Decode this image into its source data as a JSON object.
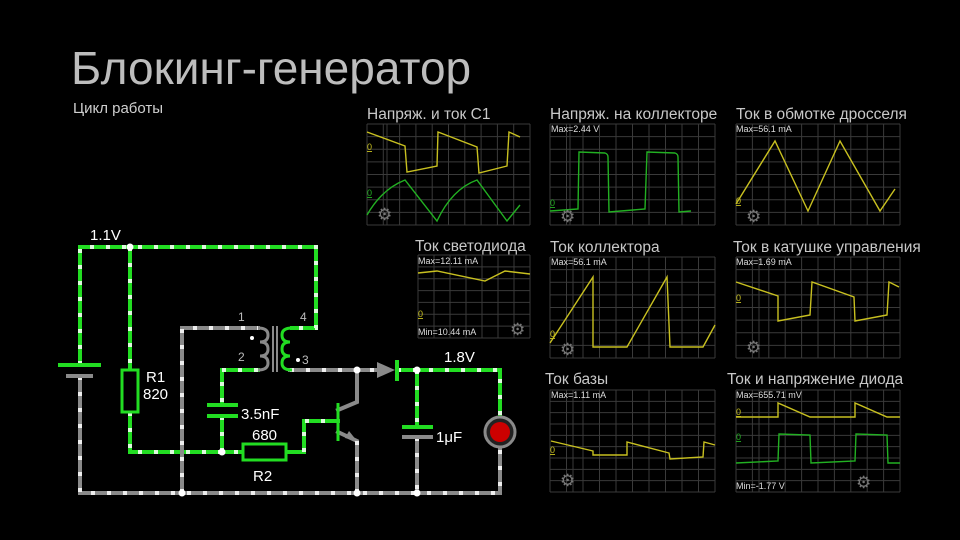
{
  "header": {
    "title": "Блокинг-генератор",
    "subtitle": "Цикл работы"
  },
  "circuit": {
    "supply_voltage": "1.1V",
    "output_voltage": "1.8V",
    "r1": {
      "name": "R1",
      "value": "820"
    },
    "r2": {
      "name": "R2",
      "value": "680"
    },
    "c1_value": "3.5nF",
    "c2_value": "1μF",
    "transformer_pins": [
      "1",
      "2",
      "3",
      "4"
    ],
    "colors": {
      "active_wire": "#22dd22",
      "idle_wire": "#8a8a8a",
      "led": "#cc0000"
    }
  },
  "scopes": [
    {
      "title": "Напряж. и ток C1",
      "zero_labels": [
        "0",
        "0"
      ]
    },
    {
      "title": "Напряж. на коллекторе",
      "max": "Max=2.44 V",
      "zero_labels": [
        "0"
      ]
    },
    {
      "title": "Ток в обмотке дросселя",
      "max": "Max=56.1 mA",
      "zero_labels": [
        "0"
      ]
    },
    {
      "title": "Ток светодиода",
      "max": "Max=12.11 mA",
      "min": "Min=10.44 mA",
      "zero_labels": [
        "0"
      ]
    },
    {
      "title": "Ток коллектора",
      "max": "Max=56.1 mA",
      "zero_labels": [
        "0"
      ]
    },
    {
      "title": "Ток в катушке управления",
      "max": "Max=1.69 mA",
      "zero_labels": [
        "0"
      ]
    },
    {
      "title": "Ток базы",
      "max": "Max=1.11 mA",
      "zero_labels": [
        "0"
      ]
    },
    {
      "title": "Ток и напряжение диода",
      "max": "Max=655.71 mV",
      "min": "Min=-1.77 V",
      "zero_labels": [
        "0",
        "0"
      ]
    }
  ],
  "icons": {
    "scope_settings": "gear-icon"
  }
}
